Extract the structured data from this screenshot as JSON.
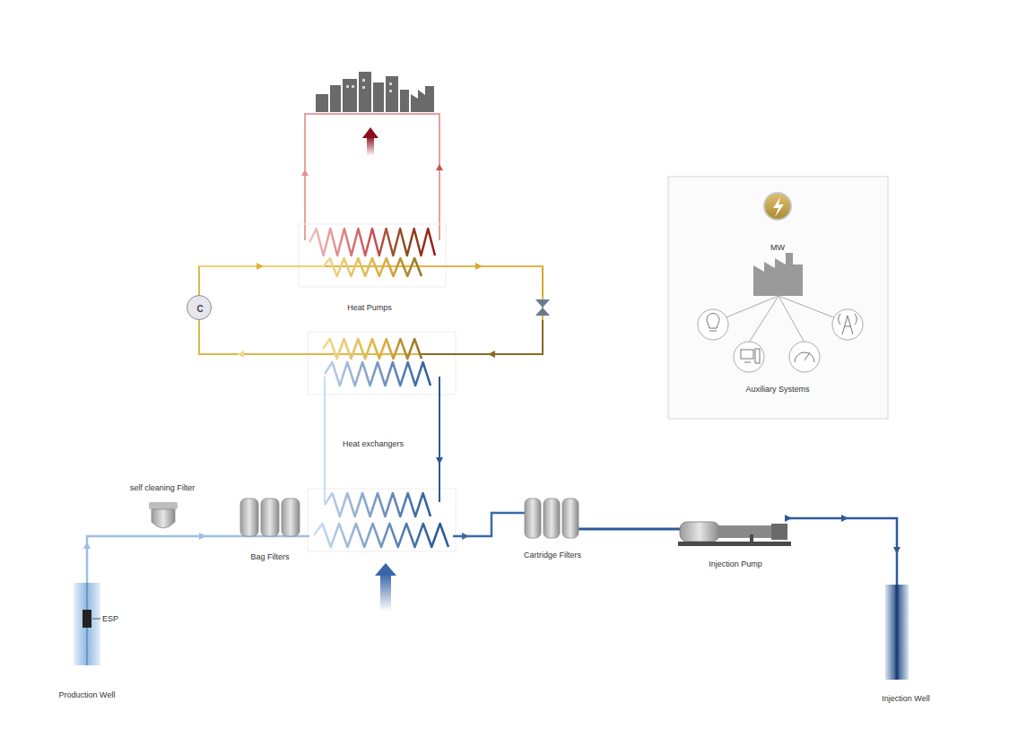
{
  "diagram": {
    "nodes": [
      {
        "text": [
          "C"
        ]
      },
      {
        "text": [
          "MW",
          "Auxiliary Systems"
        ]
      }
    ],
    "labels": [
      "Heat Pumps",
      "Heat exchangers",
      "self cleaning Filter",
      "Bag Filters",
      "Cartridge Filters",
      "Injection Pump",
      "ESP",
      "Production Well",
      "Injection Well"
    ]
  }
}
